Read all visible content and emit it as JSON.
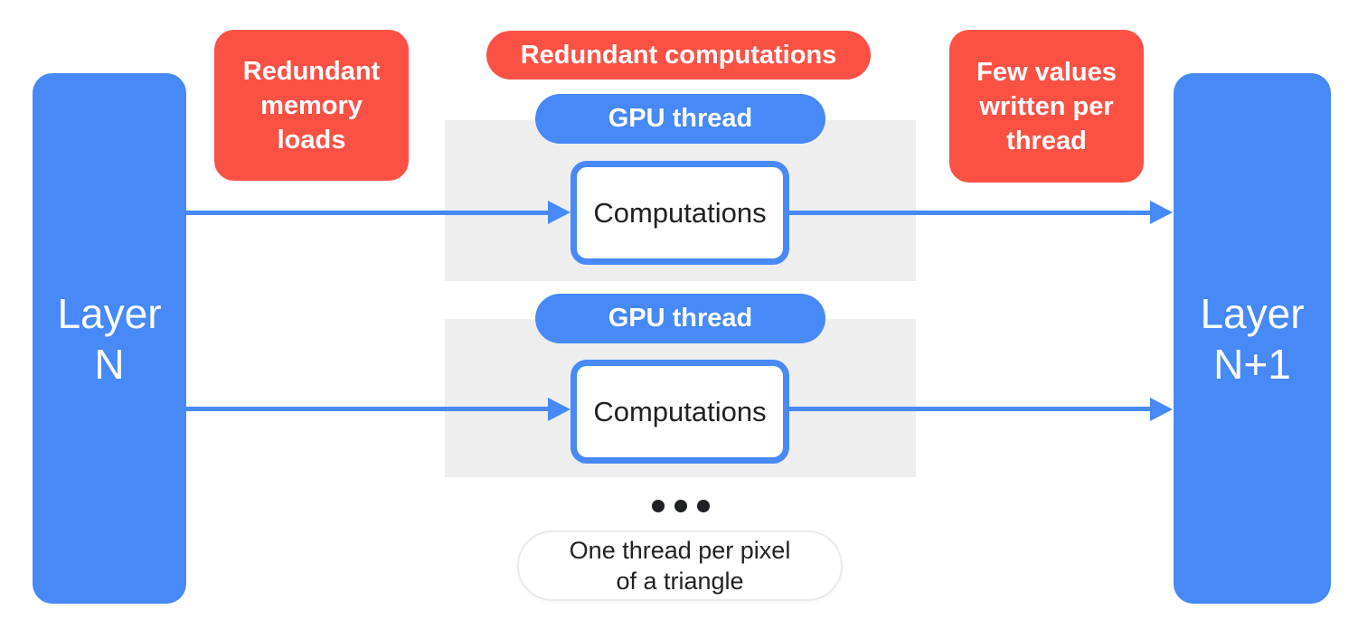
{
  "colors": {
    "blue": "#4689F7",
    "red": "#FB5145",
    "panel": "#EEEEEE",
    "ink": "#202124",
    "pill_border": "#E8EAED"
  },
  "layer_left": {
    "lines": [
      "Layer",
      "N"
    ]
  },
  "layer_right": {
    "lines": [
      "Layer",
      "N+1"
    ]
  },
  "memory_badge": {
    "lines": [
      "Redundant",
      "memory",
      "loads"
    ]
  },
  "redundant_computations_label": "Redundant computations",
  "few_values_badge": {
    "lines": [
      "Few values",
      "written per",
      "thread"
    ]
  },
  "threads": [
    {
      "pill_label": "GPU thread",
      "box_label": "Computations"
    },
    {
      "pill_label": "GPU thread",
      "box_label": "Computations"
    }
  ],
  "footnote": {
    "lines": [
      "One thread per pixel",
      "of a triangle"
    ]
  }
}
